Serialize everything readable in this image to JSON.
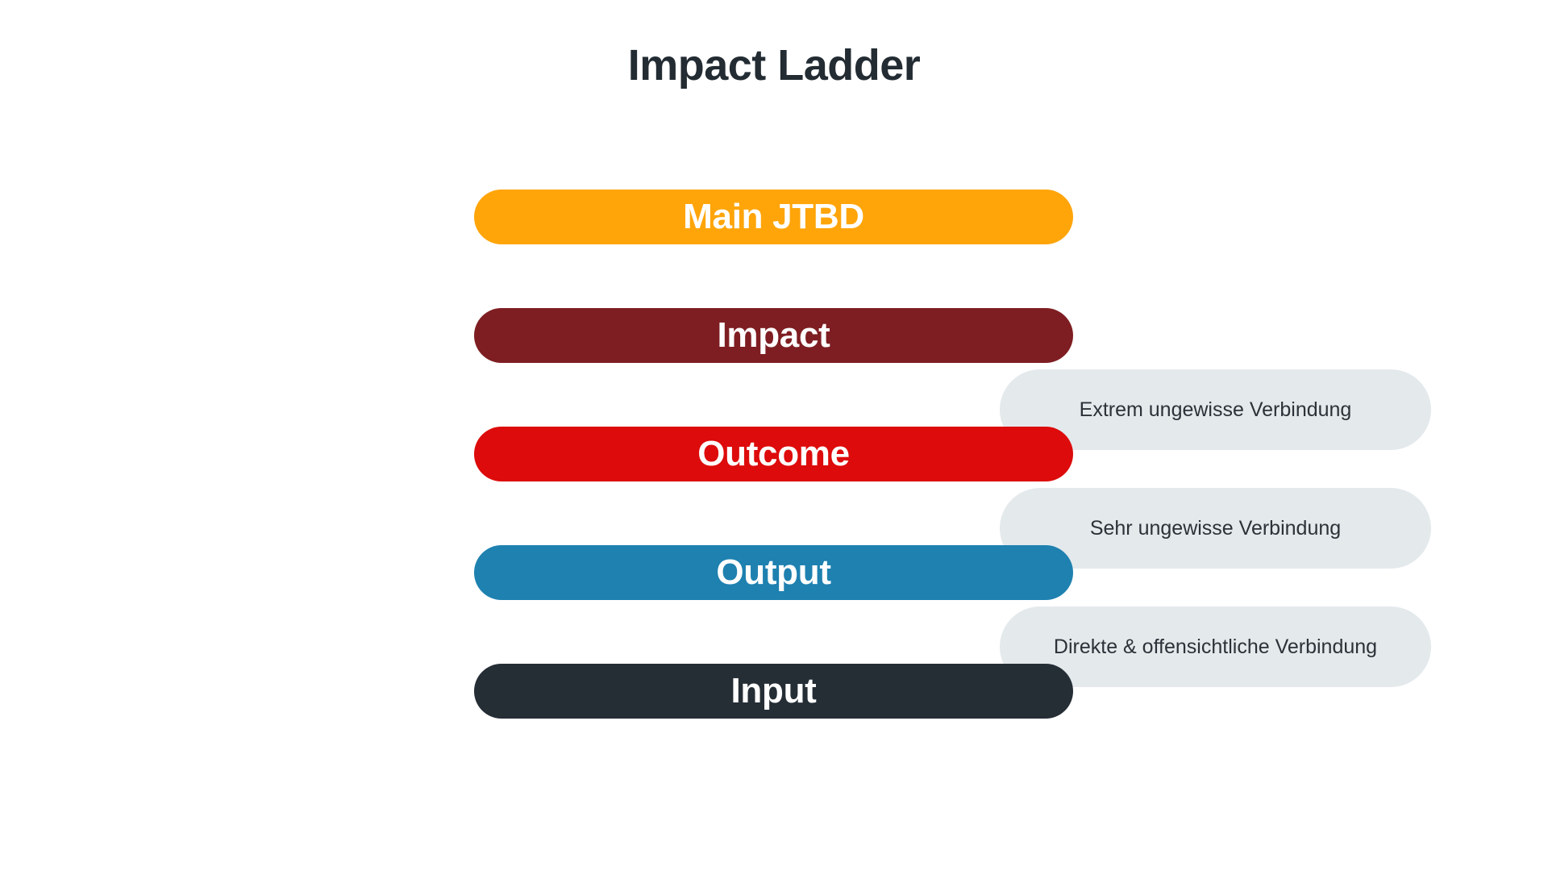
{
  "page": {
    "title": "Impact Ladder",
    "background_color": "#FFFFFF",
    "title_color": "#232C33"
  },
  "diagram": {
    "type": "ladder",
    "orientation": "vertical-top-to-bottom",
    "levels": [
      {
        "label": "Main JTBD",
        "color": "#FFA50A",
        "text_color": "#FFFFFF"
      },
      {
        "label": "Impact",
        "color": "#7E1E22",
        "text_color": "#FFFFFF"
      },
      {
        "label": "Outcome",
        "color": "#DD0B0B",
        "text_color": "#FFFFFF"
      },
      {
        "label": "Output",
        "color": "#1E81B0",
        "text_color": "#FFFFFF"
      },
      {
        "label": "Input",
        "color": "#252D35",
        "text_color": "#FFFFFF"
      }
    ],
    "connectors": [
      {
        "label": "Extrem ungewisse Verbindung",
        "between": [
          "Impact",
          "Outcome"
        ],
        "color": "#E4E9EC",
        "text_color": "#2B3238"
      },
      {
        "label": "Sehr ungewisse Verbindung",
        "between": [
          "Outcome",
          "Output"
        ],
        "color": "#E4E9EC",
        "text_color": "#2B3238"
      },
      {
        "label": "Direkte & offensichtliche Verbindung",
        "between": [
          "Output",
          "Input"
        ],
        "color": "#E4E9EC",
        "text_color": "#2B3238"
      }
    ]
  }
}
